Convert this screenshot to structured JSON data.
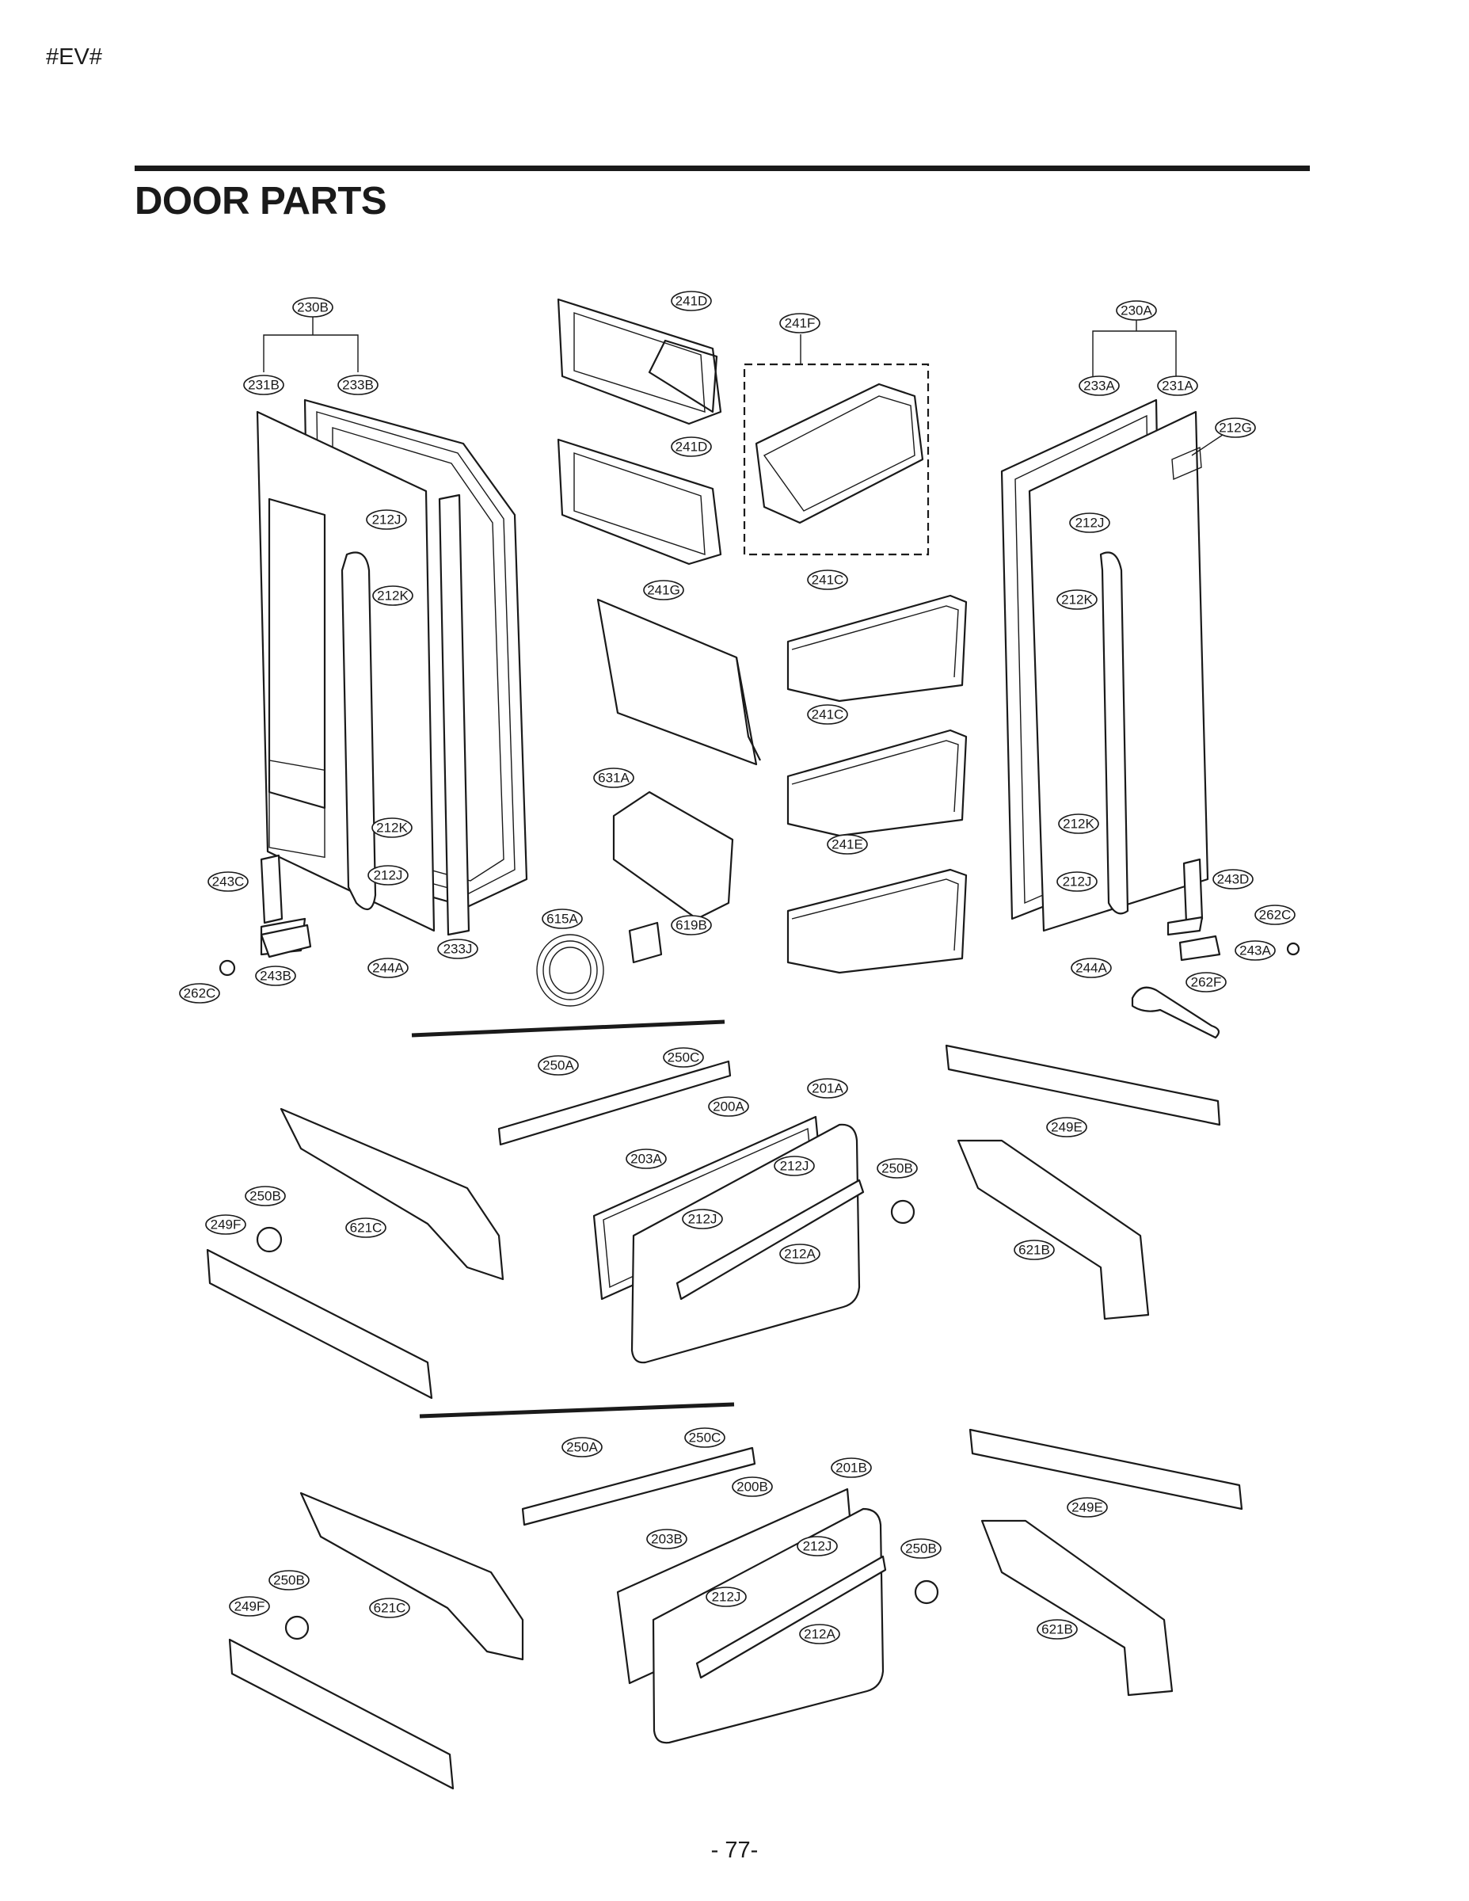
{
  "page": {
    "code": "#EV#",
    "title": "DOOR PARTS",
    "page_number": "- 77-"
  },
  "callouts": [
    "230B",
    "231B",
    "233B",
    "212J",
    "212K",
    "212K",
    "212J",
    "243C",
    "243B",
    "262C",
    "244A",
    "233J",
    "241D",
    "241D",
    "241F",
    "241G",
    "241C",
    "241C",
    "631A",
    "241E",
    "615A",
    "619B",
    "230A",
    "233A",
    "231A",
    "212G",
    "212J",
    "212K",
    "212K",
    "212J",
    "243D",
    "262C",
    "243A",
    "262F",
    "244A",
    "250A",
    "250C",
    "201A",
    "200A",
    "203A",
    "212J",
    "212J",
    "212A",
    "250B",
    "621B",
    "249E",
    "621C",
    "250B",
    "249F",
    "250A",
    "250C",
    "201B",
    "200B",
    "203B",
    "212J",
    "212J",
    "212A",
    "250B",
    "621B",
    "249E",
    "621C",
    "250B",
    "249F"
  ]
}
